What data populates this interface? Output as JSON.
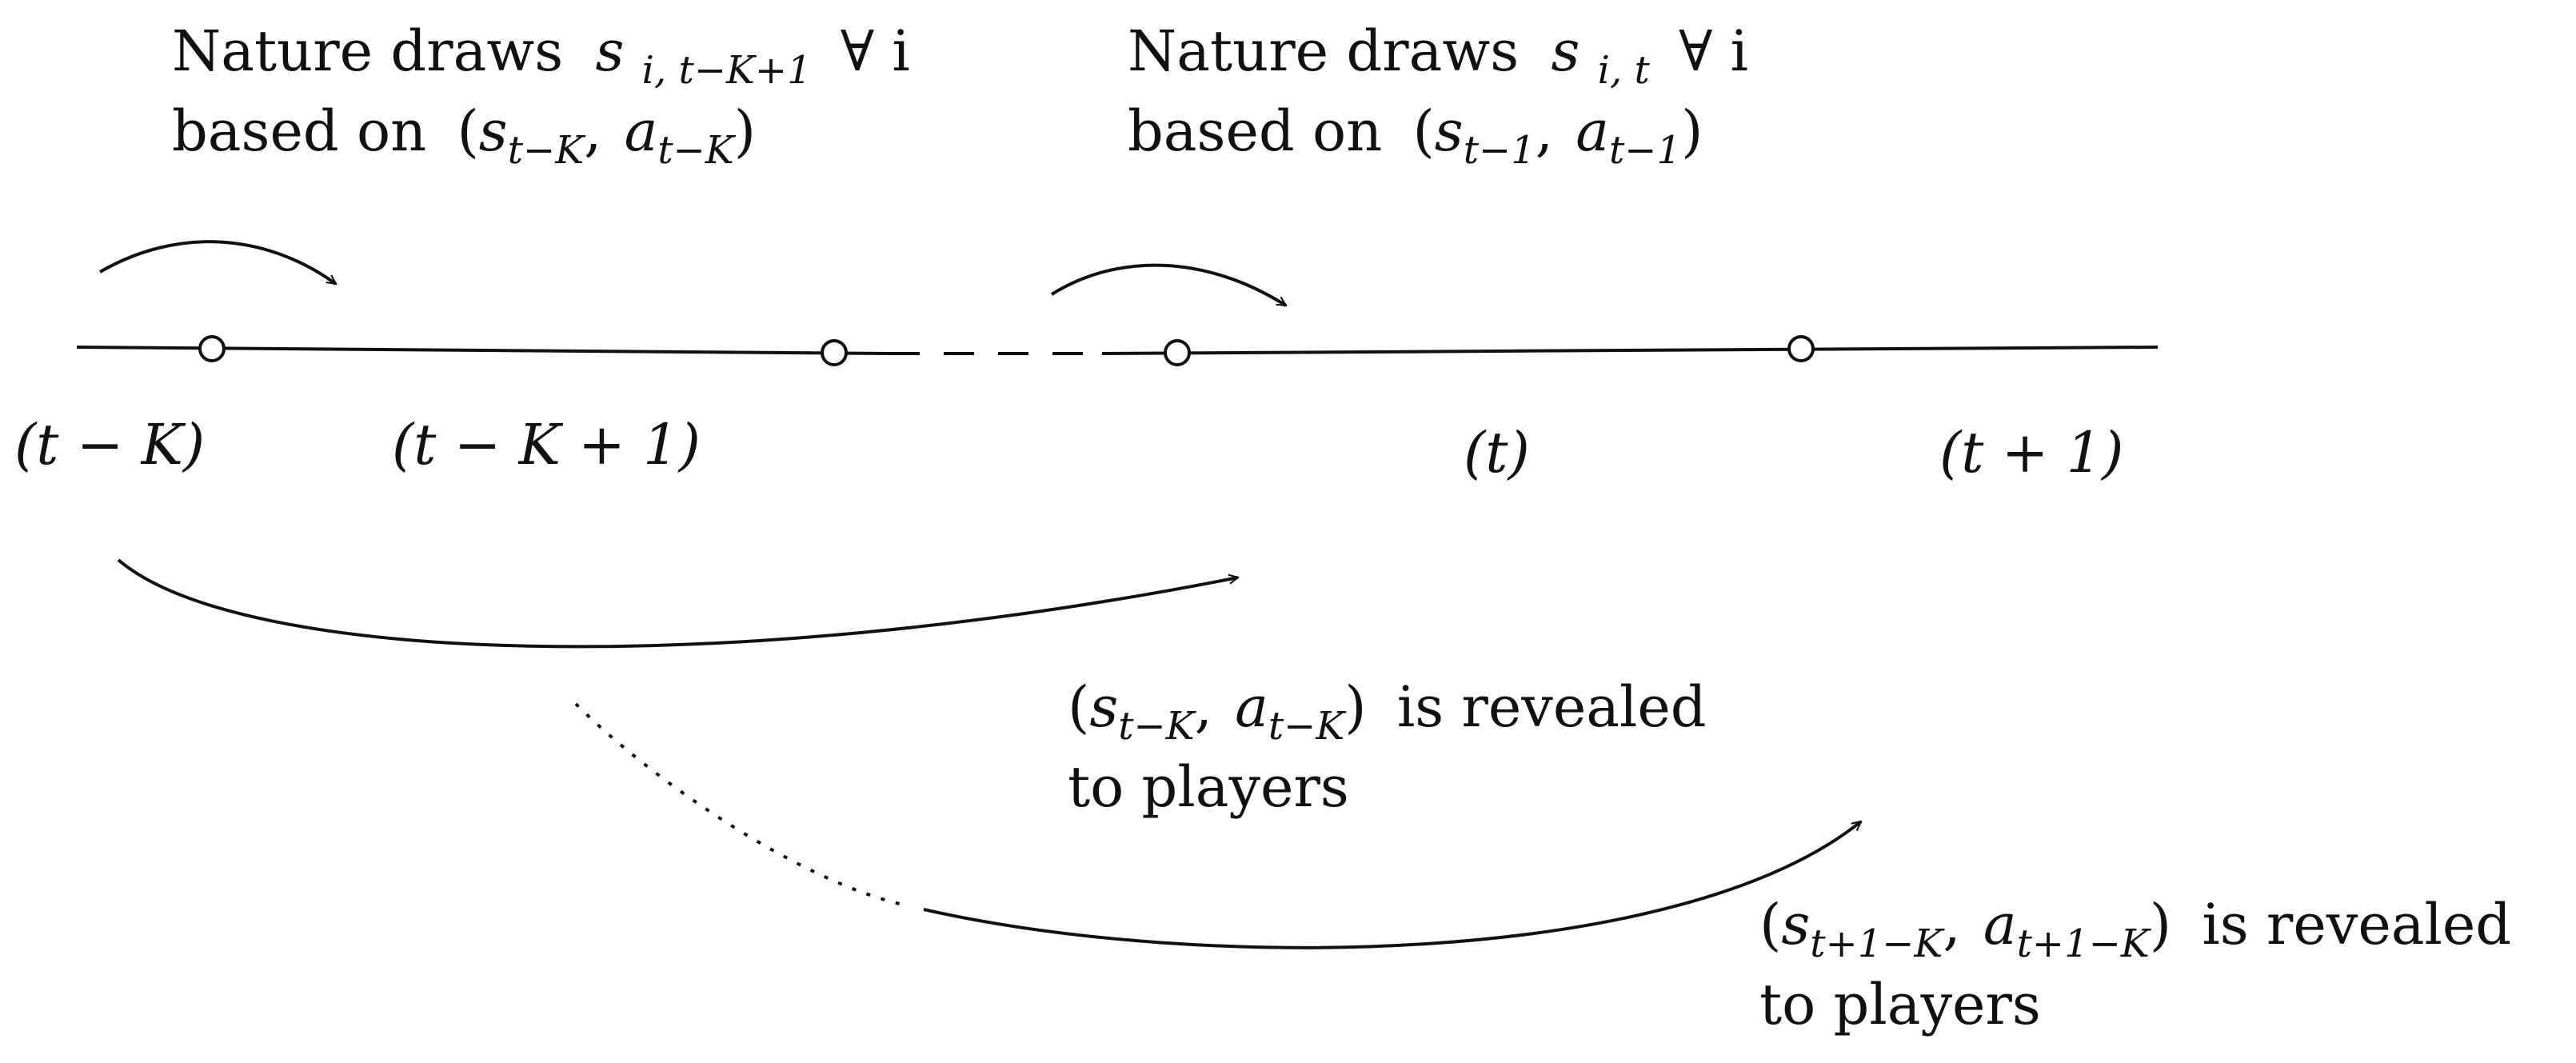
{
  "top_left": {
    "line1_prefix": "Nature draws",
    "line1_var": "s",
    "line1_sub": "i, t−K+1",
    "line1_suffix": "∀ i",
    "line2_prefix": "based on",
    "line2_s": "s",
    "line2_s_sub": "t−K",
    "line2_a": "a",
    "line2_a_sub": "t−K"
  },
  "top_right": {
    "line1_prefix": "Nature draws",
    "line1_var": "s",
    "line1_sub": "i, t",
    "line1_suffix": "∀ i",
    "line2_prefix": "based on",
    "line2_s": "s",
    "line2_s_sub": "t−1",
    "line2_a": "a",
    "line2_a_sub": "t−1"
  },
  "timeline": {
    "labels": [
      "(t − K)",
      "(t − K + 1)",
      "(t)",
      "(t + 1)"
    ]
  },
  "reveal_1": {
    "s": "s",
    "s_sub": "t−K",
    "a": "a",
    "a_sub": "t−K",
    "suffix": "is revealed",
    "line2": "to players"
  },
  "reveal_2": {
    "s": "s",
    "s_sub": "t+1−K",
    "a": "a",
    "a_sub": "t+1−K",
    "suffix": "is revealed",
    "line2": "to players"
  }
}
